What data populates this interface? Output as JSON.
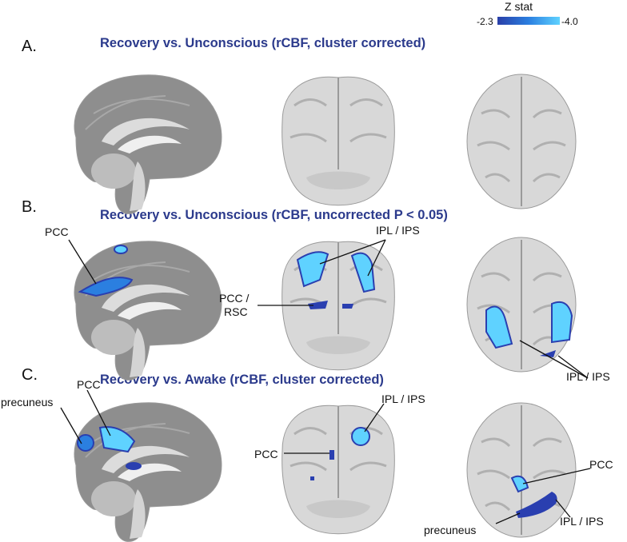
{
  "colorbar": {
    "title": "Z stat",
    "min_label": "-2.3",
    "max_label": "-4.0",
    "colors": [
      "#2a3fa8",
      "#2b7fe0",
      "#5fd2ff"
    ]
  },
  "panels": [
    {
      "letter": "A.",
      "title": "Recovery vs. Unconscious  (rCBF, cluster corrected)"
    },
    {
      "letter": "B.",
      "title": "Recovery vs. Unconscious (rCBF, uncorrected P < 0.05)",
      "labels": {
        "pcc": "PCC",
        "ipl_ips_top": "IPL / IPS",
        "pcc_rsc_1": "PCC /",
        "pcc_rsc_2": "RSC",
        "ipl_ips_axial": "IPL / IPS"
      }
    },
    {
      "letter": "C.",
      "title": "Recovery vs. Awake (rCBF, cluster corrected)",
      "labels": {
        "precuneus_sag": "precuneus",
        "pcc_sag": "PCC",
        "ipl_ips_cor": "IPL / IPS",
        "pcc_cor": "PCC",
        "pcc_ax": "PCC",
        "precuneus_ax": "precuneus",
        "ipl_ips_ax": "IPL / IPS"
      }
    }
  ],
  "brain_colors": {
    "outline": "#9a9a9a",
    "gray_matter": "#8e8e8e",
    "white_matter": "#e6e6e6",
    "activation_dark": "#2a3fb0",
    "activation_light": "#5fd2ff"
  }
}
